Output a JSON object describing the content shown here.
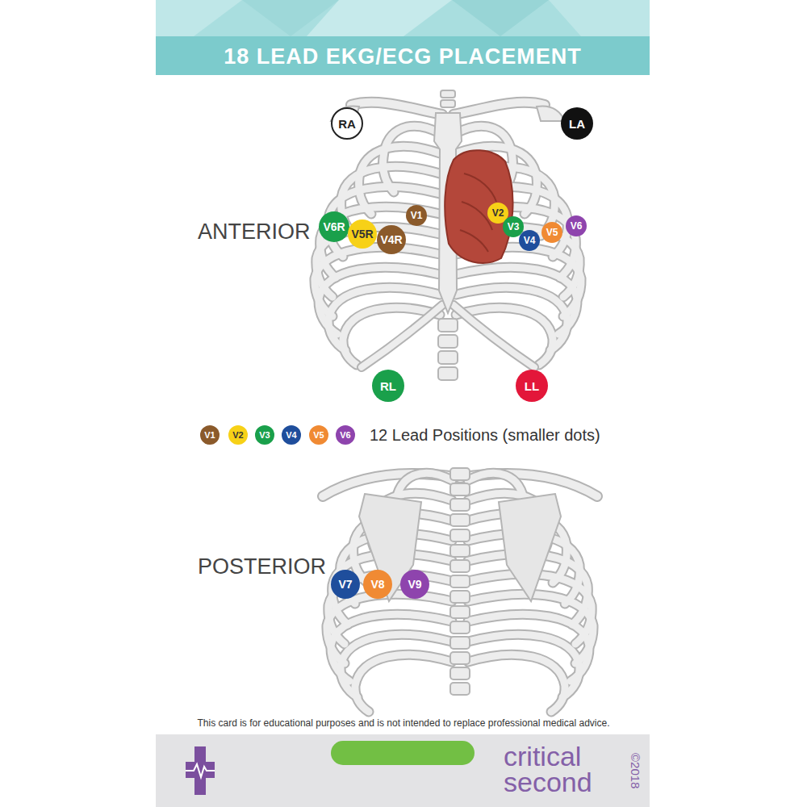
{
  "diagram": {
    "title": "18 LEAD EKG/ECG PLACEMENT",
    "nodes": [
      {
        "text": [
          "RA"
        ]
      },
      {
        "text": [
          "LA"
        ]
      },
      {
        "text": [
          "V6R"
        ]
      },
      {
        "text": [
          "V5R"
        ]
      },
      {
        "text": [
          "V4R"
        ]
      },
      {
        "text": [
          "V1"
        ]
      },
      {
        "text": [
          "V2"
        ]
      },
      {
        "text": [
          "V3"
        ]
      },
      {
        "text": [
          "V4"
        ]
      },
      {
        "text": [
          "V5"
        ]
      },
      {
        "text": [
          "V6"
        ]
      },
      {
        "text": [
          "RL"
        ]
      },
      {
        "text": [
          "LL"
        ]
      },
      {
        "text": [
          "V1"
        ]
      },
      {
        "text": [
          "V2"
        ]
      },
      {
        "text": [
          "V3"
        ]
      },
      {
        "text": [
          "V4"
        ]
      },
      {
        "text": [
          "V5"
        ]
      },
      {
        "text": [
          "V6"
        ]
      },
      {
        "text": [
          "V7"
        ]
      },
      {
        "text": [
          "V8"
        ]
      },
      {
        "text": [
          "V9"
        ]
      }
    ],
    "labels": [
      "ANTERIOR",
      "12 Lead Positions (smaller dots)",
      "POSTERIOR",
      "This card is for educational purposes and is not intended to replace professional medical advice.",
      "critical",
      "second",
      "©2018"
    ]
  }
}
